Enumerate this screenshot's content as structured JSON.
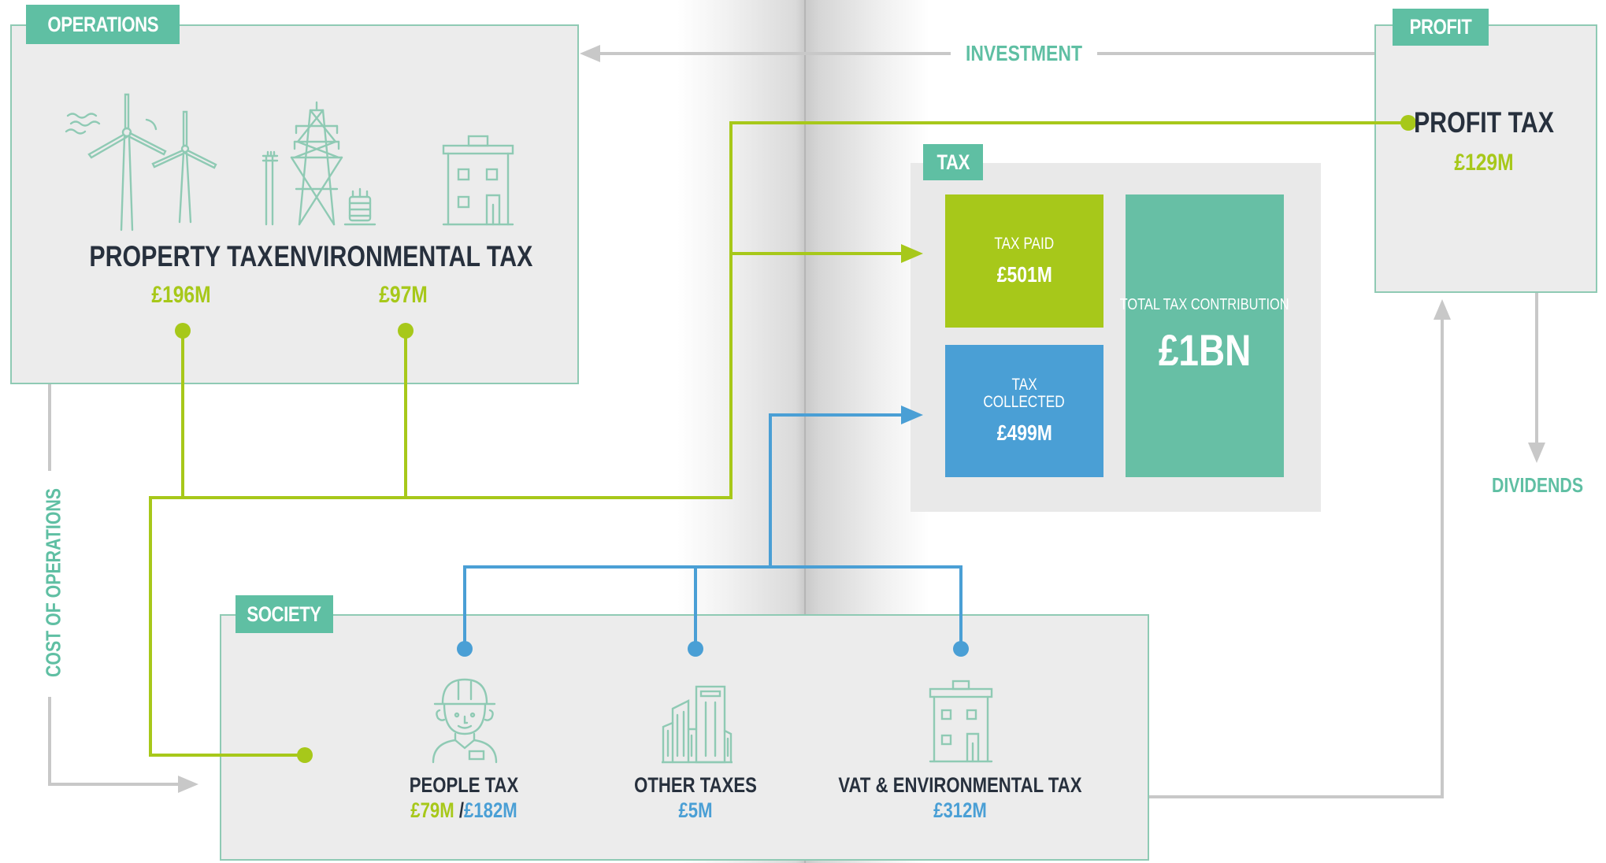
{
  "operations": {
    "tab": "OPERATIONS",
    "property": {
      "label": "PROPERTY TAX",
      "value": "£196M"
    },
    "environmental": {
      "label": "ENVIRONMENTAL TAX",
      "value": "£97M"
    }
  },
  "profit": {
    "tab": "PROFIT",
    "label": "PROFIT TAX",
    "value": "£129M"
  },
  "tax": {
    "tab": "TAX",
    "paid": {
      "label": "TAX PAID",
      "value": "£501M"
    },
    "collected": {
      "label_line1": "TAX",
      "label_line2": "COLLECTED",
      "value": "£499M"
    },
    "total": {
      "label": "TOTAL TAX CONTRIBUTION",
      "value": "£1BN"
    }
  },
  "society": {
    "tab": "SOCIETY",
    "people": {
      "label": "PEOPLE TAX",
      "value_paid": "£79M",
      "separator": "/",
      "value_collected": "£182M"
    },
    "other": {
      "label": "OTHER TAXES",
      "value": "£5M"
    },
    "vat": {
      "label": "VAT & ENVIRONMENTAL TAX",
      "value": "£312M"
    }
  },
  "flows": {
    "investment": "INVESTMENT",
    "dividends": "DIVIDENDS",
    "cost_of_operations": "COST OF OPERATIONS"
  },
  "colors": {
    "green": "#a7c81a",
    "blue": "#4a9fd5",
    "teal": "#5fbfa3",
    "dark": "#27303d",
    "grey_arrow": "#c8c8c8"
  },
  "icons": [
    "wind-turbine-icon",
    "pylon-icon",
    "building-icon",
    "worker-icon",
    "city-icon",
    "building-icon"
  ]
}
